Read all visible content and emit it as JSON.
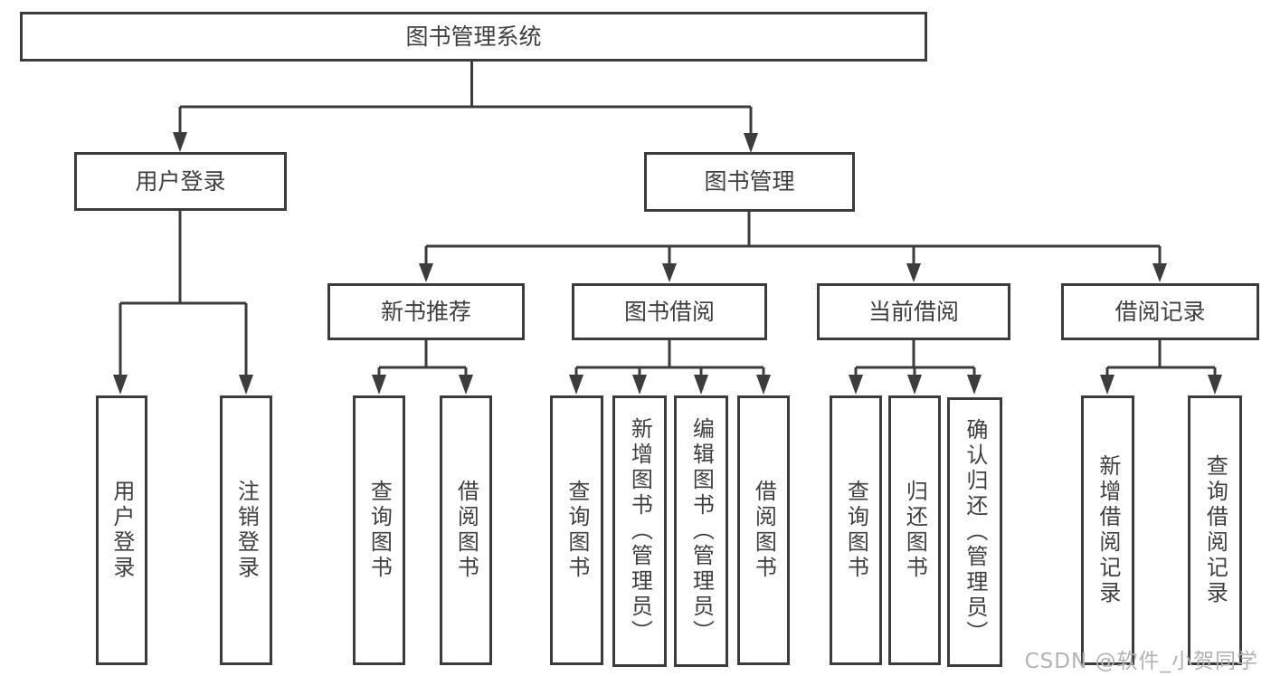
{
  "diagram_type": "hierarchy-tree",
  "tree": {
    "root": "图书管理系统",
    "branches": [
      {
        "label": "用户登录",
        "leaves": [
          "用户登录",
          "注销登录"
        ]
      },
      {
        "label": "图书管理",
        "sections": [
          {
            "label": "新书推荐",
            "leaves": [
              "查询图书",
              "借阅图书"
            ]
          },
          {
            "label": "图书借阅",
            "leaves": [
              "查询图书",
              "新增图书（管理员）",
              "编辑图书（管理员）",
              "借阅图书"
            ]
          },
          {
            "label": "当前借阅",
            "leaves": [
              "查询图书",
              "归还图书",
              "确认归还（管理员）"
            ]
          },
          {
            "label": "借阅记录",
            "leaves": [
              "新增借阅记录",
              "查询借阅记录"
            ]
          }
        ]
      }
    ]
  },
  "watermark": "CSDN @软件_小贺同学",
  "colors": {
    "line": "#3c3c3c",
    "box_border": "#3c3c3c",
    "box_background": "#ffffff",
    "text": "#3f3f3f",
    "watermark": "#b3b3b3"
  }
}
